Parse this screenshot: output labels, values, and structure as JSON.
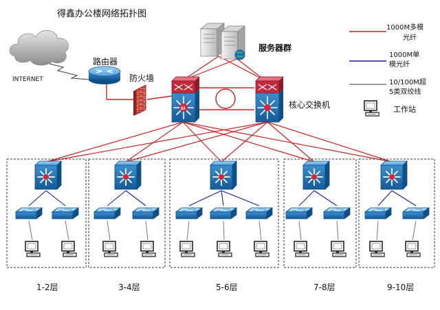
{
  "title": "得鑫办公楼网络拓扑图",
  "labels": {
    "internet": "INTERNET",
    "router": "路由器",
    "firewall": "防火墙",
    "servers": "服务器群",
    "core": "核心交换机"
  },
  "legend": {
    "multimode": [
      "1000M多模",
      "光纤"
    ],
    "singlemode": [
      "1000M单",
      "模光纤"
    ],
    "twisted": [
      "10/100M超",
      "5类双绞线"
    ],
    "workstation": "工作站"
  },
  "floors": [
    "1-2层",
    "3-4层",
    "5-6层",
    "7-8层",
    "9-10层"
  ],
  "colors": {
    "multimode": "#cc2020",
    "singlemode": "#1a1a9c",
    "twisted": "#777777",
    "switch_blue": "#1a6fb3",
    "router_red": "#c8283c",
    "firewall": "#c0302a"
  },
  "icons": {
    "cloud": "cloud-icon",
    "router": "router-icon",
    "firewall": "firewall-icon",
    "server": "server-icon",
    "core_switch": "core-switch-icon",
    "distribution_switch": "distribution-switch-icon",
    "access_switch": "access-switch-icon",
    "workstation": "workstation-icon"
  }
}
